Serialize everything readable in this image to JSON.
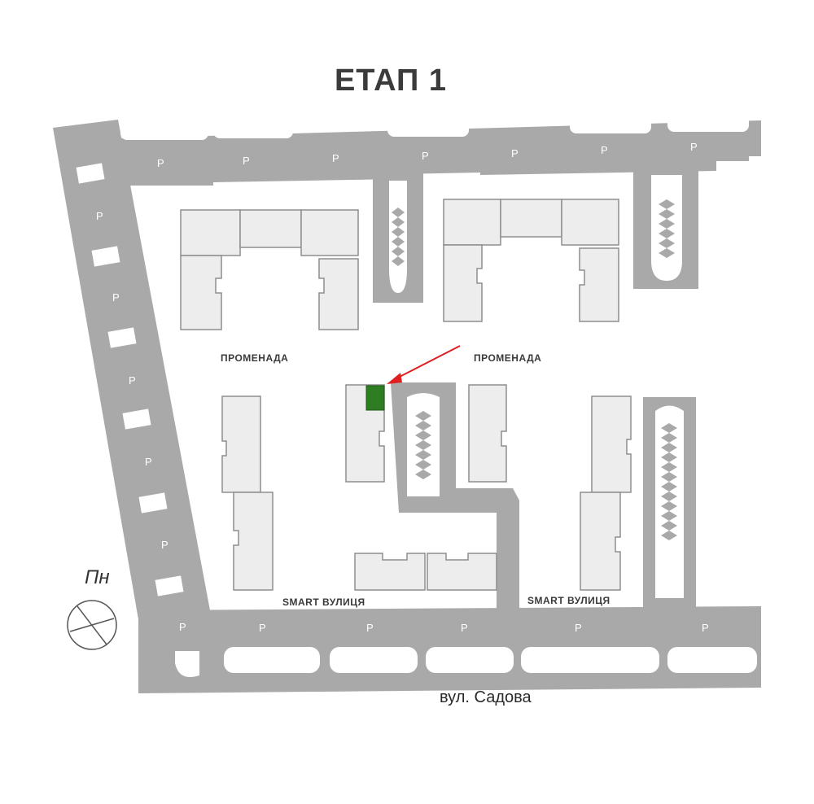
{
  "map": {
    "title": "ЕТАП 1",
    "labels": {
      "promenade_left": "ПРОМЕНАДА",
      "promenade_right": "ПРОМЕНАДА",
      "smart_street_left": "SMART ВУЛИЦЯ",
      "smart_street_right": "SMART ВУЛИЦЯ",
      "street_name": "вул. Садова"
    },
    "parking_label": "P",
    "north_label": "Пн",
    "colors": {
      "road": "#a9a9a9",
      "building_fill": "#ededed",
      "building_stroke": "#8e8e8e",
      "highlight": "#2f7d22",
      "arrow": "#e02020",
      "text": "#3a3a3a"
    },
    "highlighted_unit": "selected-apartment-marker"
  }
}
